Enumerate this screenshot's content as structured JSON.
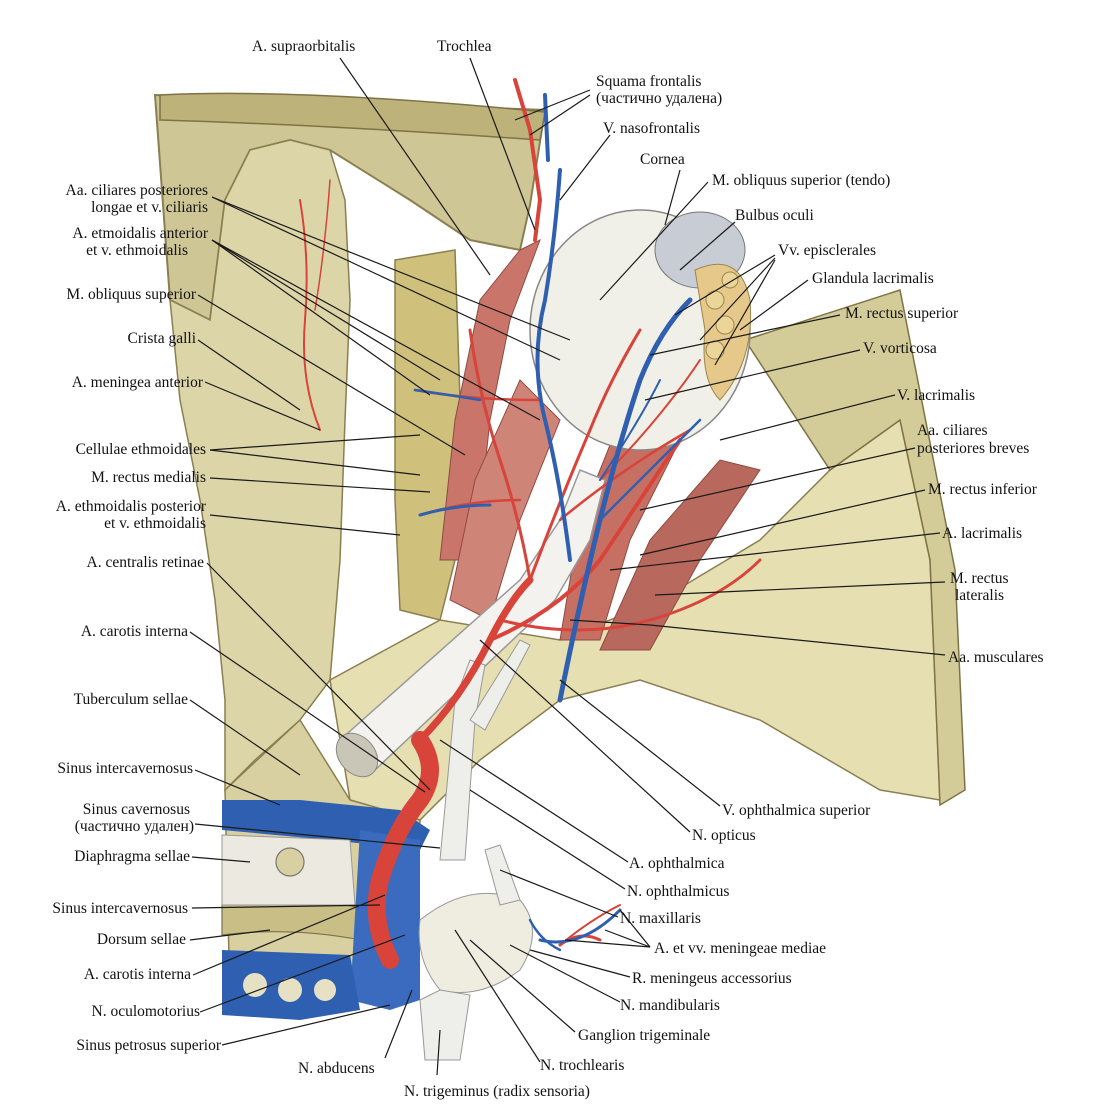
{
  "labels": {
    "supraorbitalis": "A. supraorbitalis",
    "trochlea": "Trochlea",
    "squama_1": "Squama frontalis",
    "squama_2": "(частично удалена)",
    "nasofrontalis": "V. nasofrontalis",
    "cornea": "Cornea",
    "obliquus_sup_tendo": "M. obliquus superior (tendo)",
    "bulbus": "Bulbus oculi",
    "episclerales": "Vv. episclerales",
    "glandula": "Glandula lacrimalis",
    "rectus_superior": "M. rectus superior",
    "vorticosa": "V. vorticosa",
    "v_lacrimalis": "V. lacrimalis",
    "ciliares_breves_1": "Aa. ciliares",
    "ciliares_breves_2": "posteriores breves",
    "rectus_inferior": "M. rectus inferior",
    "a_lacrimalis": "A. lacrimalis",
    "rectus_lateralis_1": "M. rectus",
    "rectus_lateralis_2": "lateralis",
    "musculares": "Aa. musculares",
    "ciliares_longae_1": "Aa. ciliares posteriores",
    "ciliares_longae_2": "longae et v. ciliaris",
    "ethmoid_ant_1": "A. etmoidalis anterior",
    "ethmoid_ant_2": "et v. ethmoidalis",
    "obliquus_superior": "M. obliquus superior",
    "crista": "Crista galli",
    "meningea_anterior": "A. meningea anterior",
    "cellulae": "Cellulae ethmoidales",
    "rectus_medialis": "M. rectus medialis",
    "ethmoid_post_1": "A. ethmoidalis posterior",
    "ethmoid_post_2": "et v. ethmoidalis",
    "centralis_retinae": "A. centralis retinae",
    "carotis_interna_1": "A. carotis interna",
    "tuberculum": "Tuberculum sellae",
    "intercavernosus_1": "Sinus intercavernosus",
    "cavernosus_1": "Sinus cavernosus",
    "cavernosus_2": "(частично удален)",
    "diaphragma": "Diaphragma sellae",
    "intercavernosus_2": "Sinus intercavernosus",
    "dorsum": "Dorsum sellae",
    "carotis_interna_2": "A. carotis interna",
    "oculomotorius": "N. oculomotorius",
    "petrosus": "Sinus petrosus superior",
    "abducens": "N. abducens",
    "trigeminus": "N. trigeminus  (radix sensoria)",
    "trochlearis": "N. trochlearis",
    "ganglion": "Ganglion trigeminale",
    "mandibularis": "N. mandibularis",
    "meningeus_acc": "R. meningeus accessorius",
    "meningeae_mediae": "A. et vv. meningeae mediae",
    "maxillaris": "N. maxillaris",
    "ophthalmicus": "N. ophthalmicus",
    "a_ophthalmica": "A. ophthalmica",
    "opticus": "N. opticus",
    "ophthalmica_superior": "V. ophthalmica superior"
  },
  "colors": {
    "bone": "#d9d2a4",
    "bone_dark": "#a89d6a",
    "artery": "#d8443a",
    "vein": "#2f5fb0",
    "nerve": "#eeeeea",
    "muscle": "#c9756a",
    "gland": "#e6c98a",
    "leader": "#1a1a1a"
  }
}
